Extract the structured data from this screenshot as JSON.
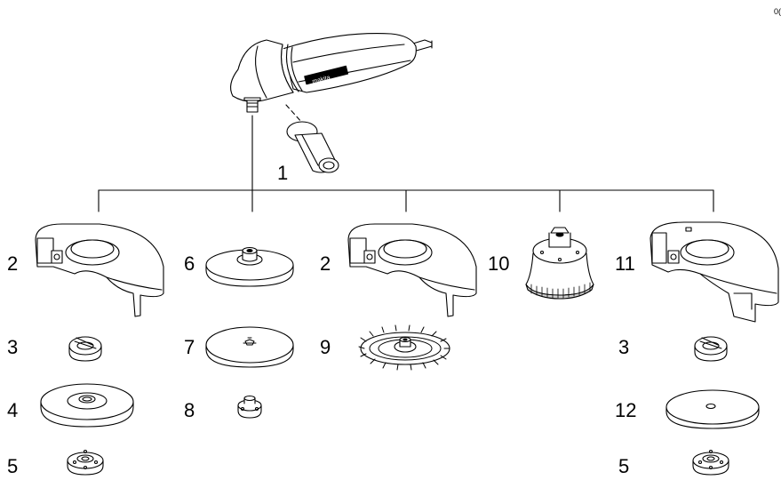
{
  "figure_code": "0(",
  "brand_label": "makita",
  "callouts": [
    {
      "id": "n1",
      "text": "1"
    },
    {
      "id": "n2a",
      "text": "2"
    },
    {
      "id": "n6",
      "text": "6"
    },
    {
      "id": "n2b",
      "text": "2"
    },
    {
      "id": "n10",
      "text": "10"
    },
    {
      "id": "n11",
      "text": "11"
    },
    {
      "id": "n3a",
      "text": "3"
    },
    {
      "id": "n7",
      "text": "7"
    },
    {
      "id": "n9",
      "text": "9"
    },
    {
      "id": "n3b",
      "text": "3"
    },
    {
      "id": "n4",
      "text": "4"
    },
    {
      "id": "n8",
      "text": "8"
    },
    {
      "id": "n12",
      "text": "12"
    },
    {
      "id": "n5a",
      "text": "5"
    },
    {
      "id": "n5b",
      "text": "5"
    }
  ],
  "colors": {
    "line": "#000000",
    "fill": "#ffffff",
    "shade": "#cfcfcf"
  }
}
